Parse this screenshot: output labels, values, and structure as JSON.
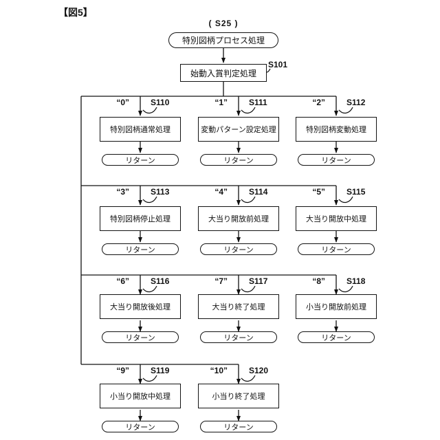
{
  "figure_label": "【図5】",
  "entry": {
    "step": "( S25 )",
    "label": "特別図柄プロセス処理"
  },
  "judge": {
    "step": "S101",
    "label": "始動入賞判定処理"
  },
  "return_label": "リターン",
  "nodes": [
    {
      "value": "“0”",
      "step": "S110",
      "label": "特別図柄通常処理"
    },
    {
      "value": "“1”",
      "step": "S111",
      "label": "変動パターン設定処理"
    },
    {
      "value": "“2”",
      "step": "S112",
      "label": "特別図柄変動処理"
    },
    {
      "value": "“3”",
      "step": "S113",
      "label": "特別図柄停止処理"
    },
    {
      "value": "“4”",
      "step": "S114",
      "label": "大当り開放前処理"
    },
    {
      "value": "“5”",
      "step": "S115",
      "label": "大当り開放中処理"
    },
    {
      "value": "“6”",
      "step": "S116",
      "label": "大当り開放後処理"
    },
    {
      "value": "“7”",
      "step": "S117",
      "label": "大当り終了処理"
    },
    {
      "value": "“8”",
      "step": "S118",
      "label": "小当り開放前処理"
    },
    {
      "value": "“9”",
      "step": "S119",
      "label": "小当り開放中処理"
    },
    {
      "value": "“10”",
      "step": "S120",
      "label": "小当り終了処理"
    }
  ],
  "colors": {
    "line": "#111111",
    "background": "#ffffff"
  }
}
